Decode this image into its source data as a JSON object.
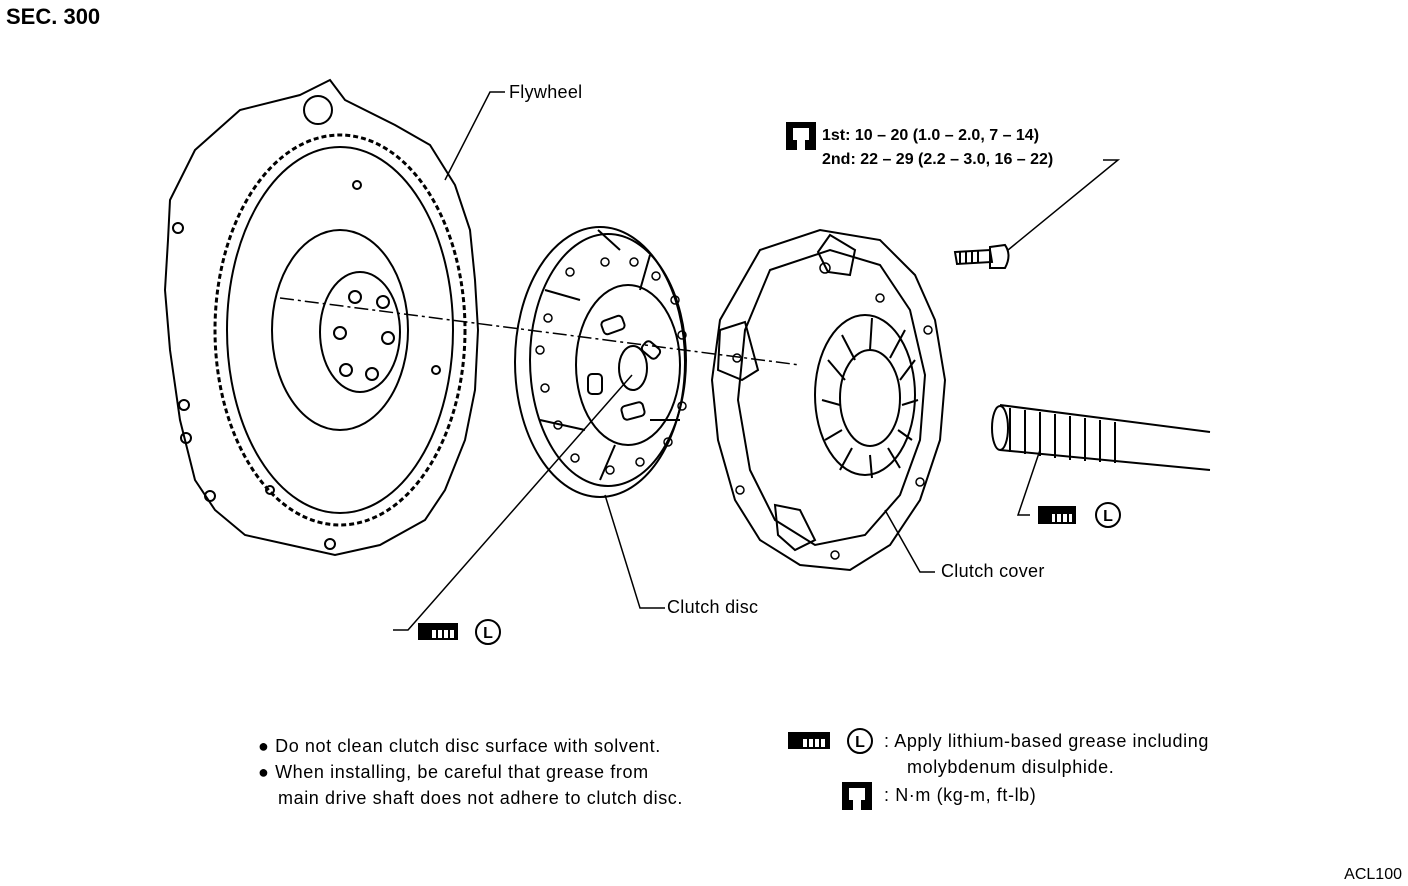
{
  "section_title": "SEC. 300",
  "labels": {
    "flywheel": "Flywheel",
    "clutch_disc": "Clutch disc",
    "clutch_cover": "Clutch cover",
    "torque_1st": "1st: 10 – 20 (1.0 – 2.0, 7 – 14)",
    "torque_2nd": "2nd: 22 – 29 (2.2 – 3.0, 16 – 22)"
  },
  "notes": {
    "line1": "Do not clean clutch disc surface with solvent.",
    "line2": "When installing, be careful that grease from",
    "line3": "main drive shaft does not adhere to clutch disc."
  },
  "legend": {
    "grease_symbol": "L",
    "grease_text_1": ": Apply lithium-based grease including",
    "grease_text_2": "molybdenum disulphide.",
    "torque_text": ":  N·m (kg-m, ft-lb)"
  },
  "figure_code": "ACL100",
  "icons": [
    "grease-can-icon",
    "grease-l-icon",
    "torque-wrench-icon"
  ]
}
